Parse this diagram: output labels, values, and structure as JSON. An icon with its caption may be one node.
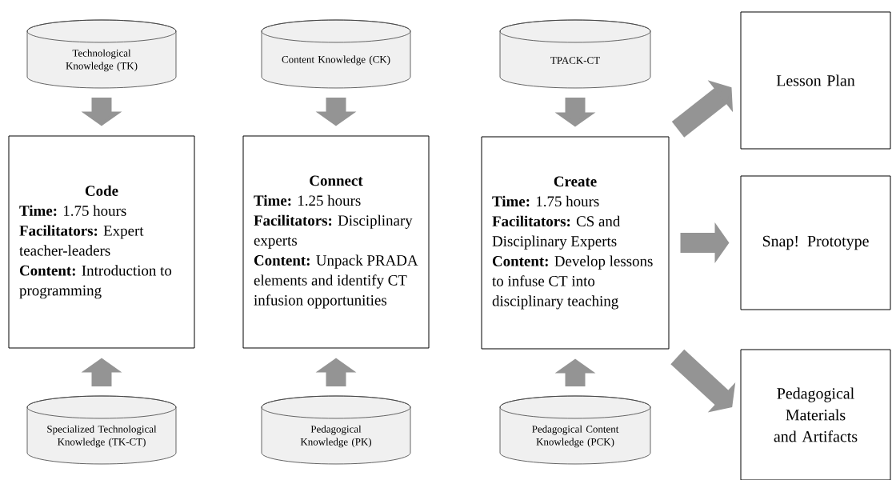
{
  "diagram": {
    "nodes": [
      {
        "text": [
          "Technological Knowledge (TK)"
        ]
      },
      {
        "text": [
          "Content Knowledge (CK)"
        ]
      },
      {
        "text": [
          "TPACK-CT"
        ]
      },
      {
        "text": [
          "Lesson Plan"
        ]
      },
      {
        "text": [
          "Code",
          "**Time:** 1.75 hours",
          "**Facilitators:** Expert teacher-leaders",
          "**Content:** Introduction to programming"
        ]
      },
      {
        "text": [
          "Connect",
          "**Time:** 1.25 hours",
          "**Facilitators:** Disciplinary experts",
          "**Content:** Unpack PRADA elements and identify CT infusion opportunities"
        ]
      },
      {
        "text": [
          "Create",
          "**Time:** 1.75 hours",
          "**Facilitators:** CS and Disciplinary Experts",
          "**Content:** Develop lessons to infuse CT into disciplinary teaching"
        ]
      },
      {
        "text": [
          "Snap! Prototype"
        ]
      },
      {
        "text": [
          "Pedagogical Materials and Artifacts"
        ]
      },
      {
        "text": [
          "Specialized Technological Knowledge (TK-CT)"
        ]
      },
      {
        "text": [
          "Pedagogical Knowledge (PK)"
        ]
      },
      {
        "text": [
          "Pedagogical Content Knowledge (PCK)"
        ]
      }
    ],
    "edges": [
      {
        "from": 0,
        "to": 4,
        "arrow": "to"
      },
      {
        "from": 1,
        "to": 5,
        "arrow": "to"
      },
      {
        "from": 2,
        "to": 6,
        "arrow": "to"
      },
      {
        "from": 9,
        "to": 4,
        "arrow": "to"
      },
      {
        "from": 10,
        "to": 5,
        "arrow": "to"
      },
      {
        "from": 11,
        "to": 6,
        "arrow": "to"
      },
      {
        "from": 6,
        "to": 3,
        "arrow": "to"
      },
      {
        "from": 6,
        "to": 7,
        "arrow": "to"
      },
      {
        "from": 6,
        "to": 8,
        "arrow": "to"
      }
    ]
  }
}
